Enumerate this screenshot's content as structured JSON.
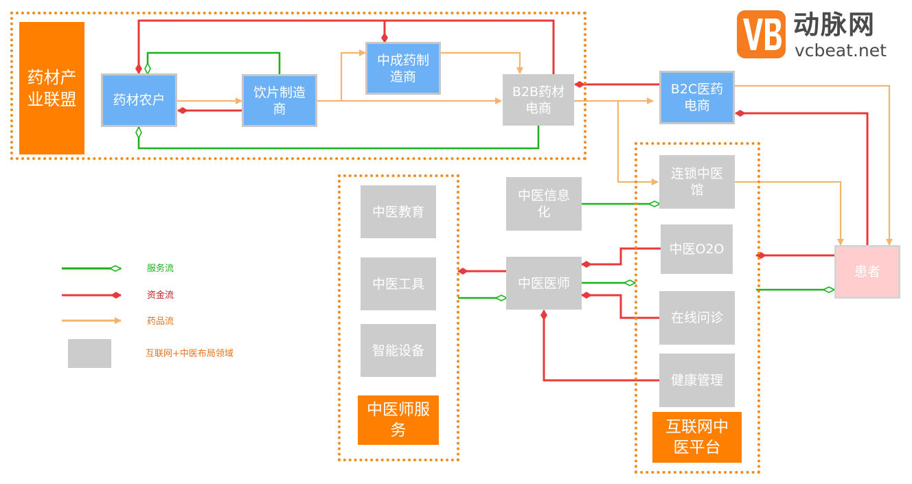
{
  "nodes": {
    "yaocai_lianmeng": "药材产\n业联盟",
    "yaocai_nonghu": "药材农户",
    "yinpian": "饮片制造\n商",
    "zhongcheng": "中成药制\n造商",
    "b2b": "B2B药材\n电商",
    "b2c": "B2C医药\n电商",
    "liansuo": "连锁中医\n馆",
    "xinxihua": "中医信息\n化",
    "jiaoyu": "中医教育",
    "gongju": "中医工具",
    "shebei": "智能设备",
    "yishi": "中医医师",
    "o2o": "中医O2O",
    "wenzhen": "在线问诊",
    "jiankang": "健康管理",
    "huanzhe": "患者",
    "yishi_fuwu": "中医师服\n务",
    "hulian_pingtai": "互联网中\n医平台"
  },
  "legend": {
    "service": "服务流",
    "money": "资金流",
    "drug": "药品流",
    "domain": "互联网+中医布局领域"
  },
  "logo": {
    "cn": "动脉网",
    "en": "vcbeat.net",
    "mark": "VB"
  },
  "colors": {
    "service": "#19b319",
    "money": "#e83a3a",
    "drug": "#f5b46b",
    "blue_node": "#6cb1f5",
    "gray_node": "#cccccc",
    "orange_node": "#ff8000",
    "patient_node": "#ffcdcd",
    "region_border": "#f28b1d"
  }
}
